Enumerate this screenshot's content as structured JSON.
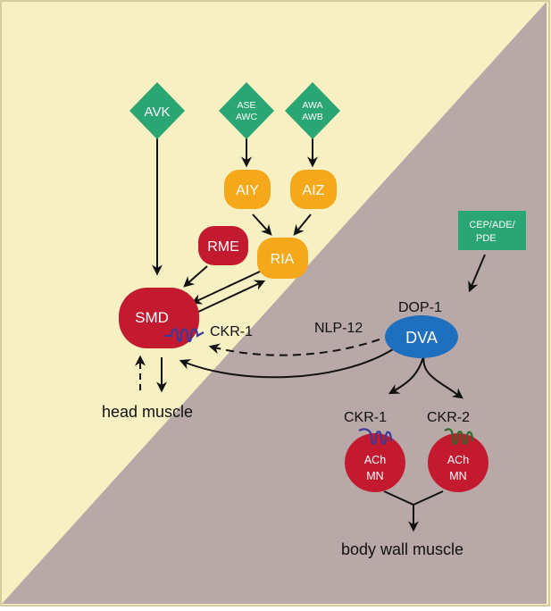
{
  "colors": {
    "yellow_bg": "#f7f0c3",
    "mauve_bg": "#b8a8a8",
    "green": "#2aa574",
    "orange": "#f5a81a",
    "red": "#c41a30",
    "blue": "#1f6fbf",
    "coil_blue": "#3a3a9a",
    "coil_green": "#2f6a2a",
    "frame": "#d8cc9e"
  },
  "nodes": {
    "avk": "AVK",
    "ase": "ASE",
    "awc": "AWC",
    "awa": "AWA",
    "awb": "AWB",
    "aiy": "AIY",
    "aiz": "AIZ",
    "rme": "RME",
    "ria": "RIA",
    "smd": "SMD",
    "dva": "DVA",
    "cep": "CEP/ADE/",
    "pde": "PDE",
    "ach": "ACh",
    "mn": "MN"
  },
  "labels": {
    "ckr1_smd": "CKR-1",
    "nlp12": "NLP-12",
    "dop1": "DOP-1",
    "ckr1_mn": "CKR-1",
    "ckr2_mn": "CKR-2",
    "head_muscle": "head muscle",
    "body_wall_muscle": "body wall muscle"
  }
}
